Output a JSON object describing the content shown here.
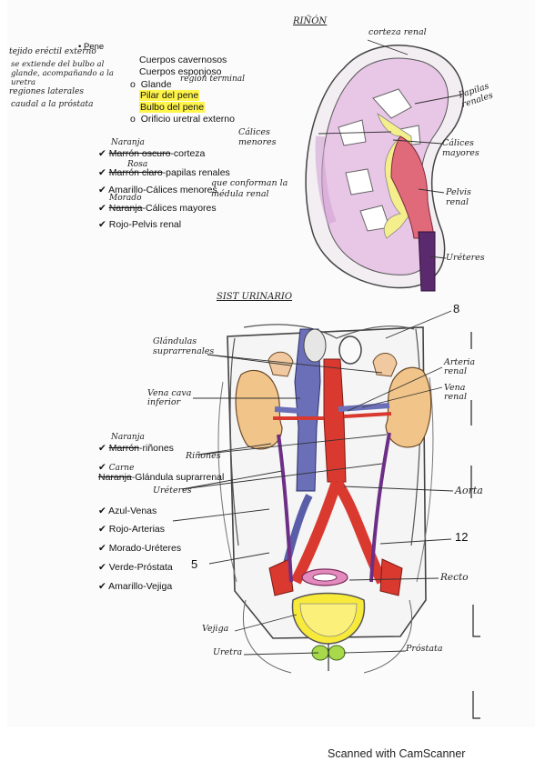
{
  "kidney": {
    "title": "RIÑÓN",
    "labels": {
      "corteza": "corteza renal",
      "papilas": "Papilas renales",
      "calices_menores": "Cálices menores",
      "calices_mayores": "Cálices mayores",
      "pelvis": "Pelvis renal",
      "ureteres": "Uréteres"
    }
  },
  "penis_list": {
    "bullet_header": "Pene",
    "items": [
      {
        "text": "Cuerpos cavernosos",
        "bullet": "",
        "highlight": false
      },
      {
        "text": "Cuerpos esponjoso",
        "bullet": "",
        "highlight": false
      },
      {
        "text": "Glande",
        "bullet": "o",
        "highlight": false
      },
      {
        "text": "Pilar del pene",
        "bullet": "",
        "highlight": true
      },
      {
        "text": "Bulbo del pene",
        "bullet": "",
        "highlight": true
      },
      {
        "text": "Orificio uretral externo",
        "bullet": "o",
        "highlight": false
      }
    ],
    "hand_notes": [
      "tejido eréctil externo",
      "se extiende del bulbo al glande, acompañando a la uretra",
      "región terminal",
      "regiones laterales",
      "caudal a la próstata"
    ]
  },
  "kidney_key": [
    {
      "check": "✔",
      "struck": "Marrón oscuro",
      "rest": "-corteza",
      "note": "Naranja"
    },
    {
      "check": "✔",
      "struck": "Marrón claro",
      "rest": "-papilas renales",
      "note": "Rosa"
    },
    {
      "check": "✔",
      "struck": "",
      "rest": "Amarillo-Cálices menores",
      "note": ""
    },
    {
      "check": "✔",
      "struck": "Naranja",
      "rest": "-Cálices mayores",
      "note": "Morado"
    },
    {
      "check": "✔",
      "struck": "",
      "rest": "Rojo-Pelvis renal",
      "note": ""
    }
  ],
  "kidney_key_side_note": "que conforman la médula renal",
  "urinary": {
    "title": "SIST URINARIO",
    "labels": {
      "glandulas": "Glándulas suprarrenales",
      "vena_cava": "Vena cava inferior",
      "rinones": "Riñones",
      "ureteres": "Uréteres",
      "arteria_renal": "Arteria renal",
      "vena_renal": "Vena renal",
      "aorta": "Aorta",
      "recto": "Recto",
      "vejiga": "Vejiga",
      "uretra": "Uretra",
      "prostata": "Próstata"
    },
    "numbers": [
      "8",
      "12",
      "5"
    ]
  },
  "urinary_key": [
    {
      "check": "✔",
      "struck": "Marrón",
      "rest": "-riñones",
      "note": "Naranja"
    },
    {
      "check": "✔",
      "struck": "Naranja",
      "rest": "-Glándula suprarrenal",
      "note": "Carne"
    },
    {
      "check": "✔",
      "struck": "",
      "rest": "Azul-Venas",
      "note": ""
    },
    {
      "check": "✔",
      "struck": "",
      "rest": "Rojo-Arterias",
      "note": ""
    },
    {
      "check": "✔",
      "struck": "",
      "rest": "Morado-Uréteres",
      "note": ""
    },
    {
      "check": "✔",
      "struck": "",
      "rest": "Verde-Próstata",
      "note": ""
    },
    {
      "check": "✔",
      "struck": "",
      "rest": "Amarillo-Vejiga",
      "note": ""
    }
  ],
  "footer": "Scanned with CamScanner"
}
